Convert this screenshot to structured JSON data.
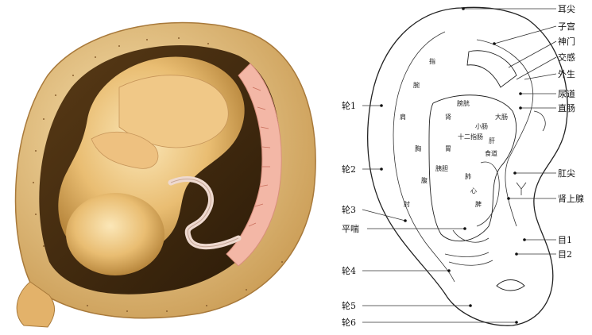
{
  "fetus_panel": {
    "description_icon": "fetus-in-womb-illustration"
  },
  "ear_diagram": {
    "right_labels": [
      "耳尖",
      "子宫",
      "神门",
      "交感",
      "外生",
      "尿道",
      "直肠",
      "肛尖",
      "肾上腺",
      "目1",
      "目2"
    ],
    "left_labels": [
      "轮1",
      "轮2",
      "轮3",
      "平喘",
      "轮4",
      "轮5",
      "轮6"
    ],
    "inner_labels": [
      "膀胱",
      "大肠",
      "小肠",
      "十二指肠",
      "胃",
      "食道",
      "肝",
      "脾",
      "肺",
      "心",
      "肾",
      "胰胆",
      "腹",
      "胸",
      "肩",
      "肘",
      "腕",
      "指"
    ]
  },
  "colors": {
    "skin": "#e8b96a",
    "skin_light": "#f6dca0",
    "skin_dark": "#b8863c",
    "womb": "#f0c78a",
    "membrane": "#f3b7a6",
    "ink": "#222222"
  }
}
